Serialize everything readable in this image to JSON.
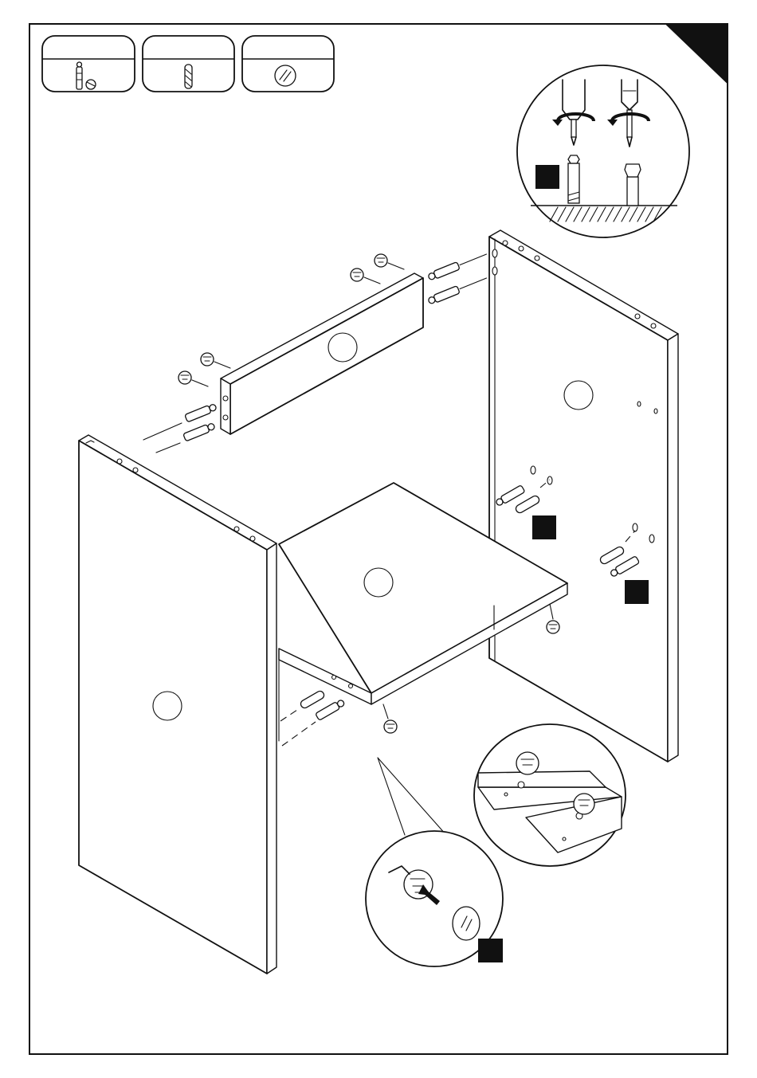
{
  "sheet": {
    "kind": "assembly-step",
    "parts_legend": [
      {
        "icon": "cam-bolt-and-lock-icon"
      },
      {
        "icon": "wooden-dowel-icon"
      },
      {
        "icon": "cover-cap-icon"
      }
    ],
    "step_markers": 4,
    "panel_label_circles": 4,
    "colors": {
      "line": "#111111",
      "background": "#ffffff",
      "marker": "#111111"
    }
  }
}
